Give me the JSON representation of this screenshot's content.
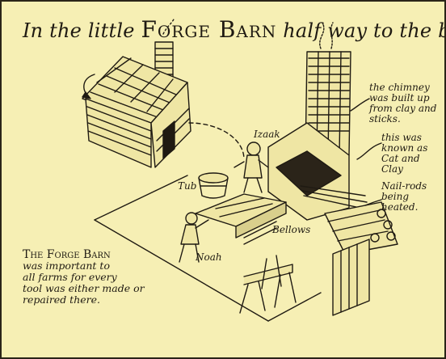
{
  "title": {
    "prefix": "In the little",
    "caps": "Forge Barn",
    "suffix": "half way to the bridge,"
  },
  "labels": {
    "chimney": [
      "the chimney",
      "was built up",
      "from clay and",
      "sticks."
    ],
    "cat_and_clay": [
      "this was",
      "known as",
      "Cat and Clay"
    ],
    "nail_rods": [
      "Nail-rods",
      "being",
      "heated."
    ],
    "izaak": "Izaak",
    "tub": "Tub",
    "bellows": "Bellows",
    "noah": "Noah"
  },
  "note": {
    "caps": "The Forge Barn",
    "lines": [
      "was important to",
      "all farms for every",
      "tool was either made or",
      "repaired there."
    ]
  },
  "colors": {
    "paper": "#f6efb4",
    "ink": "#1f1a12"
  }
}
